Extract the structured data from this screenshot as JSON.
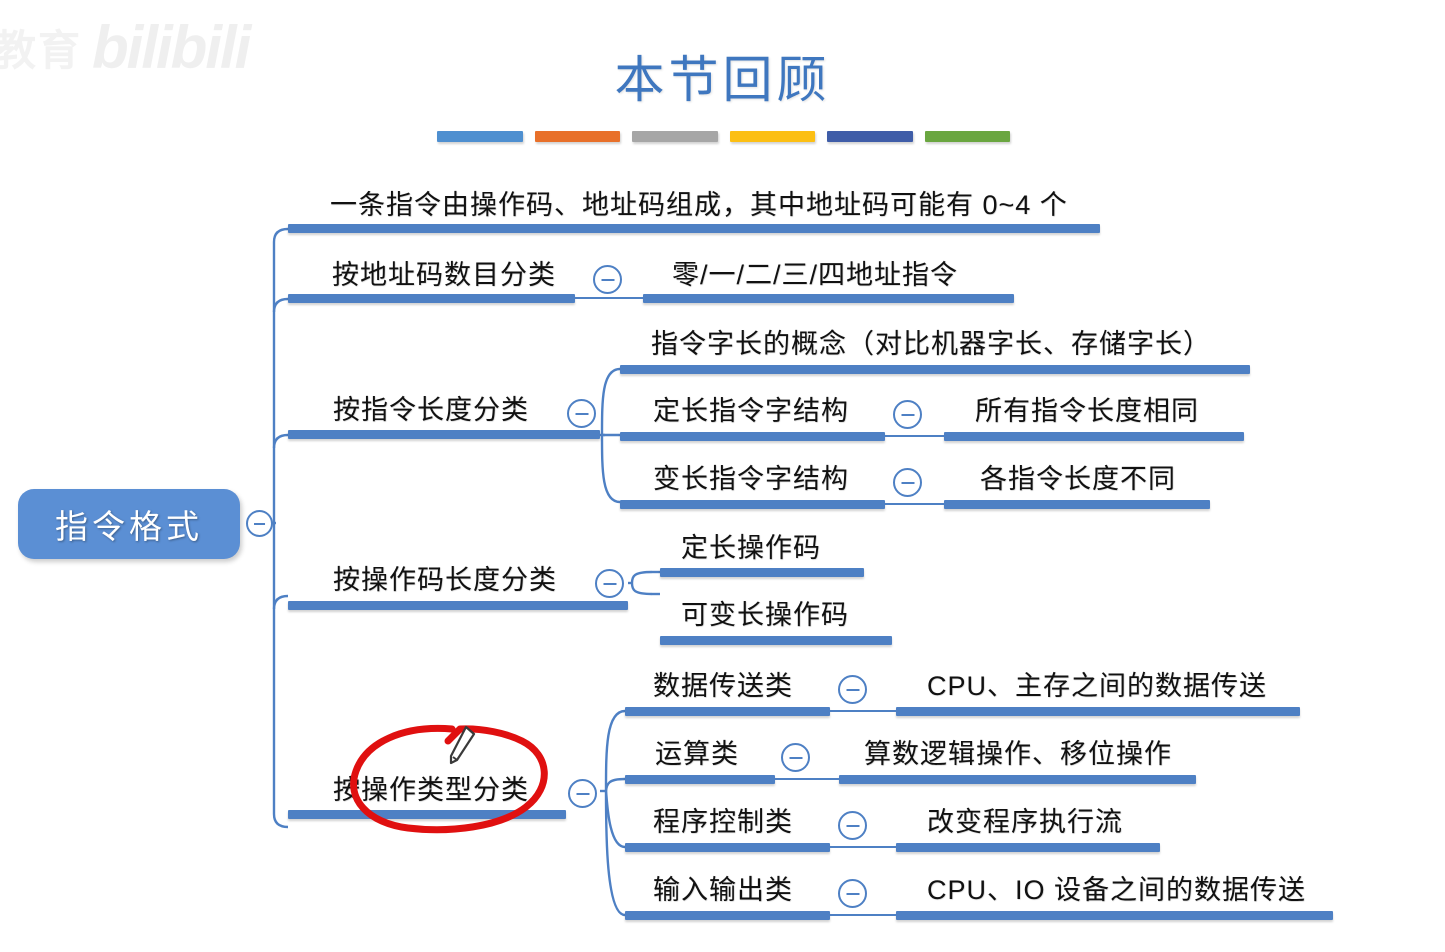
{
  "watermark": {
    "cn": "教育",
    "brand": "bilibili"
  },
  "header": {
    "title": "本节回顾",
    "title_color": "#3f77bf",
    "accent_bars": [
      "#4e8fd0",
      "#e8702a",
      "#a6a6a6",
      "#fcbf13",
      "#3f5da8",
      "#6aa640"
    ]
  },
  "mindmap": {
    "theme": {
      "branch_color": "#4e80c4",
      "root_fill": "#5b8fd4",
      "root_text": "#ffffff"
    },
    "root": {
      "label": "指令格式",
      "toggle": "collapse-minus-icon"
    },
    "branches": [
      {
        "id": "b1",
        "label": "一条指令由操作码、地址码组成，其中地址码可能有 0~4 个",
        "toggle": null,
        "children": []
      },
      {
        "id": "b2",
        "label": "按地址码数目分类",
        "toggle": "collapse-minus-icon",
        "children": [
          {
            "label": "零/一/二/三/四地址指令",
            "toggle": null,
            "children": []
          }
        ]
      },
      {
        "id": "b3",
        "label": "按指令长度分类",
        "toggle": "collapse-minus-icon",
        "children": [
          {
            "label": "指令字长的概念（对比机器字长、存储字长）",
            "toggle": null,
            "children": []
          },
          {
            "label": "定长指令字结构",
            "toggle": "collapse-minus-icon",
            "children": [
              {
                "label": "所有指令长度相同"
              }
            ]
          },
          {
            "label": "变长指令字结构",
            "toggle": "collapse-minus-icon",
            "children": [
              {
                "label": "各指令长度不同"
              }
            ]
          }
        ]
      },
      {
        "id": "b4",
        "label": "按操作码长度分类",
        "toggle": "collapse-minus-icon",
        "children": [
          {
            "label": "定长操作码",
            "toggle": null,
            "children": []
          },
          {
            "label": "可变长操作码",
            "toggle": null,
            "children": []
          }
        ]
      },
      {
        "id": "b5",
        "label": "按操作类型分类",
        "toggle": "collapse-minus-icon",
        "annotated": true,
        "children": [
          {
            "label": "数据传送类",
            "toggle": "collapse-minus-icon",
            "children": [
              {
                "label": "CPU、主存之间的数据传送"
              }
            ]
          },
          {
            "label": "运算类",
            "toggle": "collapse-minus-icon",
            "children": [
              {
                "label": "算数逻辑操作、移位操作"
              }
            ]
          },
          {
            "label": "程序控制类",
            "toggle": "collapse-minus-icon",
            "children": [
              {
                "label": "改变程序执行流"
              }
            ]
          },
          {
            "label": "输入输出类",
            "toggle": "collapse-minus-icon",
            "children": [
              {
                "label": "CPU、IO 设备之间的数据传送"
              }
            ]
          }
        ]
      }
    ]
  },
  "annotation": {
    "shape": "hand-drawn-red-ellipse",
    "color": "#e01010",
    "target_label": "按操作类型分类",
    "cursor": "pen-stylus-cursor"
  }
}
